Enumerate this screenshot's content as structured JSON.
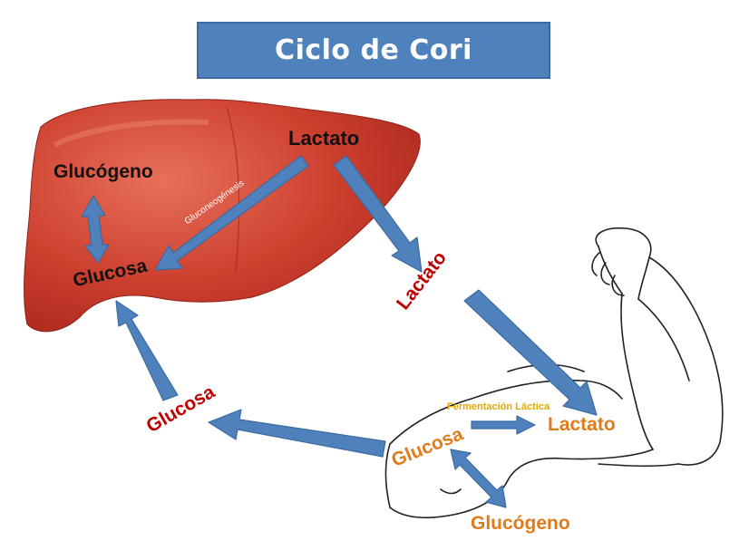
{
  "title": "Ciclo de Cori",
  "colors": {
    "arrow": "#4f81bd",
    "liver": "#c8382a",
    "liver_highlight": "#e8705a",
    "label_red": "#c00000",
    "label_orange": "#e07b1a",
    "label_yellow": "#e0a800"
  },
  "liver": {
    "lactato": "Lactato",
    "glucogeno": "Glucógeno",
    "glucosa": "Glucosa",
    "process": "Gluconeogénesis"
  },
  "blood": {
    "lactato": "Lactato",
    "glucosa": "Glucosa"
  },
  "muscle": {
    "glucosa": "Glucosa",
    "lactato": "Lactato",
    "glucogeno": "Glucógeno",
    "process": "Fermentación Láctica"
  }
}
